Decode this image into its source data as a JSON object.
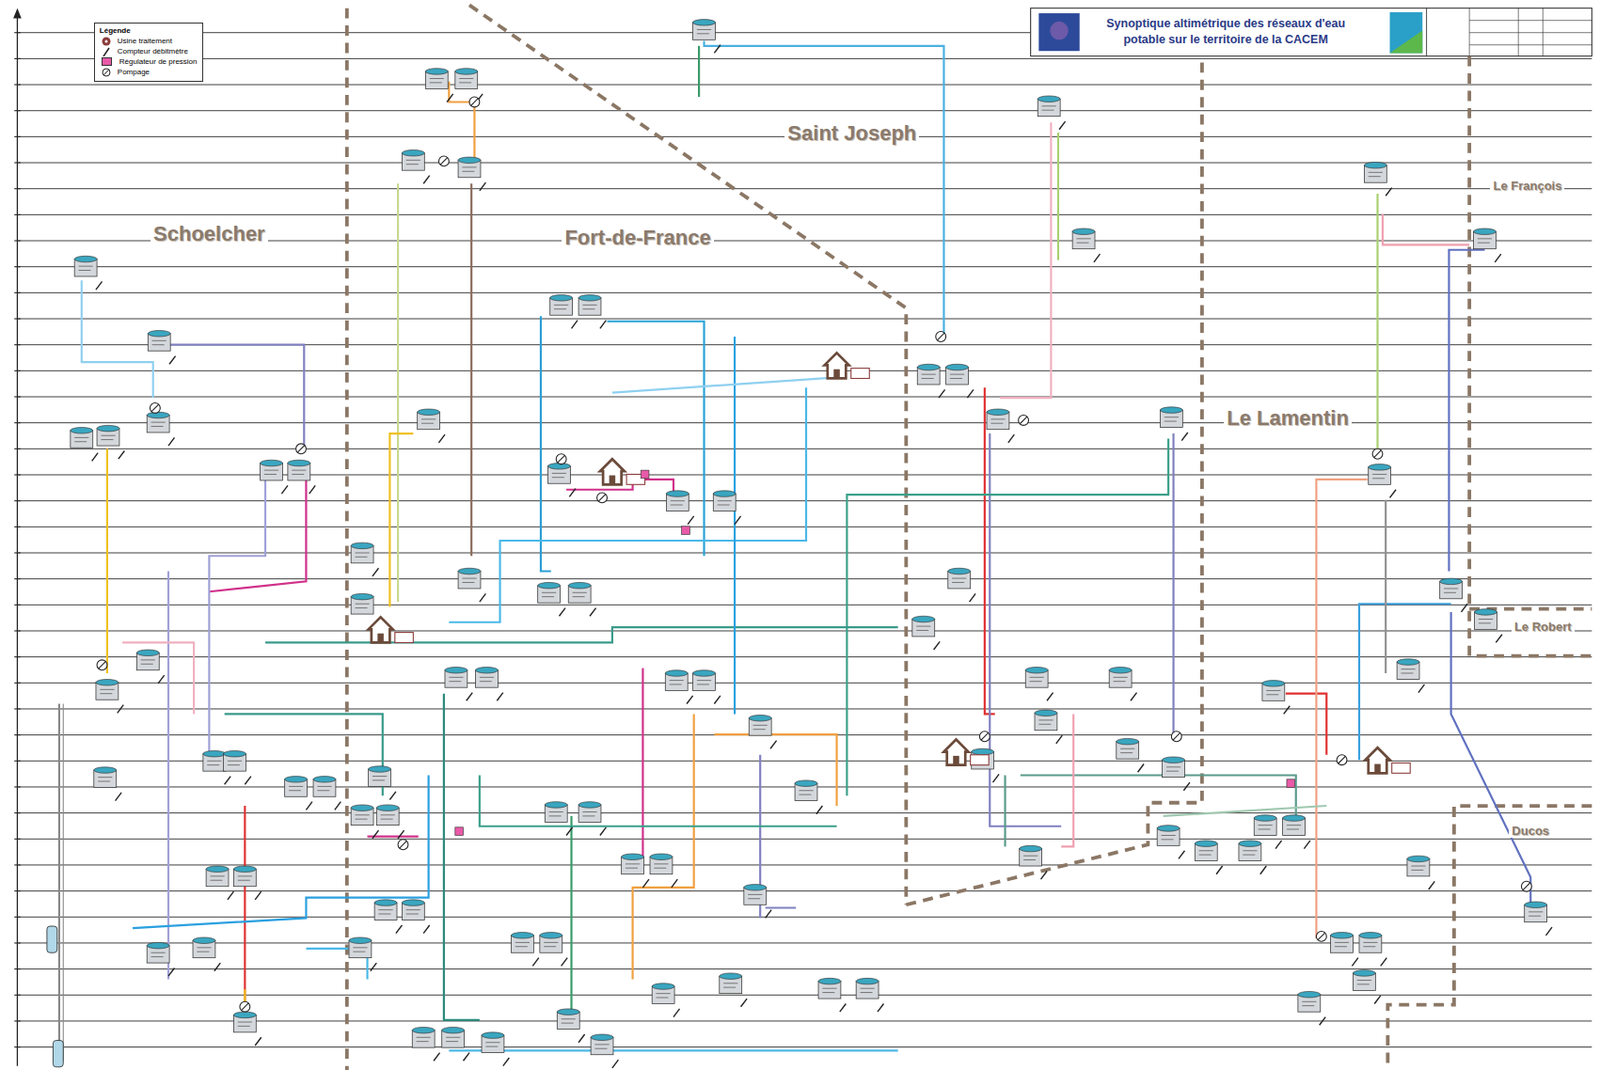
{
  "diagram": {
    "title": "Synoptique altimétrique des réseaux d'eau potable sur le territoire de la CACEM",
    "labels": [
      "Saint Joseph",
      "Schoelcher",
      "Fort-de-France",
      "Le François",
      "Le Lamentin",
      "Le Robert",
      "Ducos",
      "Légende"
    ],
    "legend": [
      {
        "text": "Usine traitement"
      },
      {
        "text": "Compteur débitmètre"
      },
      {
        "text": "Régulateur de pression",
        "color": "#e85aa8"
      },
      {
        "text": "Pompage"
      }
    ]
  }
}
